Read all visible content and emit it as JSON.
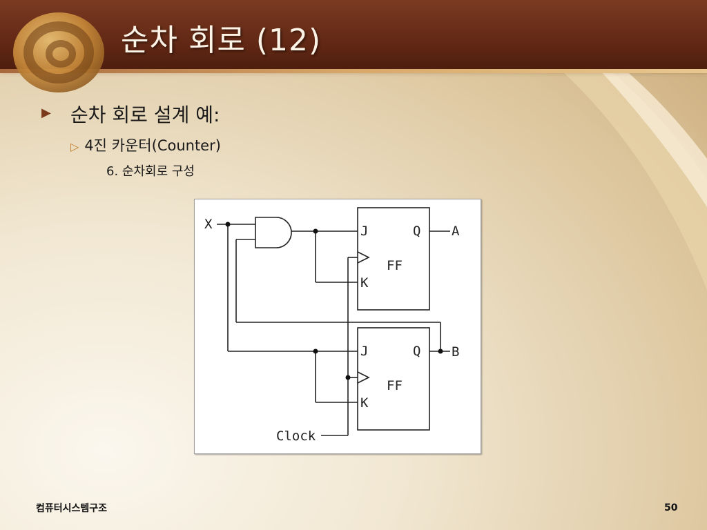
{
  "title": "순차 회로 (12)",
  "bullets": {
    "level1": "순차 회로 설계 예:",
    "level2": "4진 카운터(Counter)",
    "level3": "6. 순차회로 구성"
  },
  "diagram": {
    "labels": {
      "input_x": "X",
      "output_a": "A",
      "output_b": "B",
      "clock": "Clock",
      "ff1_j": "J",
      "ff1_k": "K",
      "ff1_q": "Q",
      "ff1_name": "FF",
      "ff2_j": "J",
      "ff2_k": "K",
      "ff2_q": "Q",
      "ff2_name": "FF"
    }
  },
  "footer": {
    "course": "컴퓨터시스템구조",
    "page": "50"
  },
  "colors": {
    "header": "#5e2613",
    "title_text": "#fbf3e6",
    "bullet_marker": "#7a3a1c",
    "sub_marker": "#c07a2a"
  }
}
